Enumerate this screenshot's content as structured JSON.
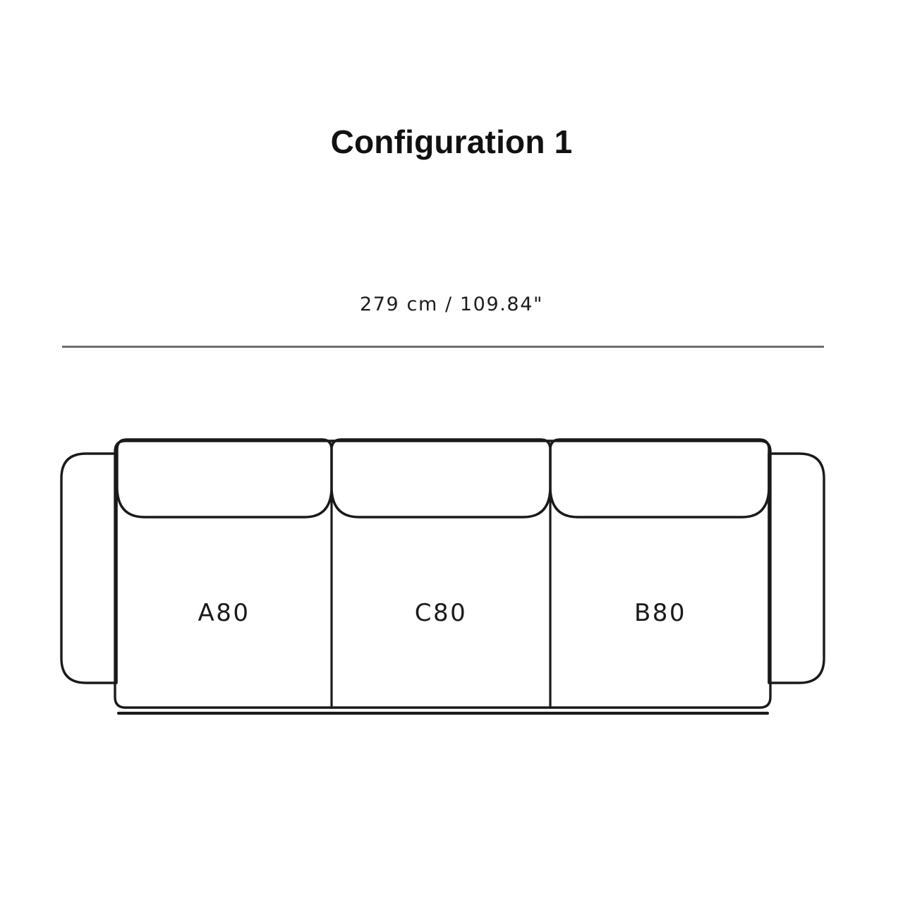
{
  "page": {
    "title": "Configuration 1",
    "background_color": "#ffffff",
    "line_color": "#1a1a1a",
    "dimension_rule_color": "#6d6d6d"
  },
  "dimension": {
    "label": "279 cm / 109.84\"",
    "width_cm": 279,
    "width_inches": 109.84
  },
  "sofa": {
    "type": "modular-sofa-plan-front-elevation",
    "module_count": 3,
    "modules": [
      {
        "code": "A80",
        "position": "left"
      },
      {
        "code": "C80",
        "position": "center"
      },
      {
        "code": "B80",
        "position": "right"
      }
    ],
    "armrests": [
      {
        "name": "left-armrest",
        "shape": "rounded-capsule"
      },
      {
        "name": "right-armrest",
        "shape": "rounded-capsule"
      }
    ],
    "backrest_cushion_count": 3
  }
}
